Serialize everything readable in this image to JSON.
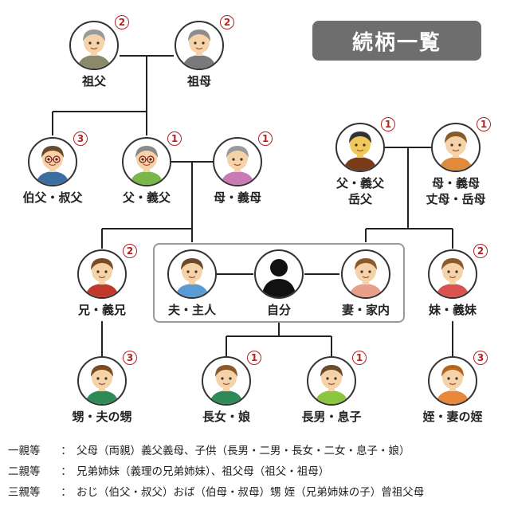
{
  "title": "続柄一覧",
  "people": [
    {
      "id": "grandfather",
      "label_lines": [
        "祖父"
      ],
      "degree": "2",
      "hair": "#9a9a9a",
      "skin": "#f5d2a8",
      "shirt": "#8a8a6a",
      "glasses": false
    },
    {
      "id": "grandmother",
      "label_lines": [
        "祖母"
      ],
      "degree": "2",
      "hair": "#8d8d8d",
      "skin": "#f5d2a8",
      "shirt": "#7a7a7a",
      "glasses": false
    },
    {
      "id": "uncle",
      "label_lines": [
        "伯父・叔父"
      ],
      "degree": "3",
      "hair": "#6b4a2b",
      "skin": "#f5d2a8",
      "shirt": "#3c6fa0",
      "glasses": true
    },
    {
      "id": "father",
      "label_lines": [
        "父・義父"
      ],
      "degree": "1",
      "hair": "#8a8a8a",
      "skin": "#f5d2a8",
      "shirt": "#7ab648",
      "glasses": true
    },
    {
      "id": "mother",
      "label_lines": [
        "母・義母"
      ],
      "degree": "1",
      "hair": "#9a9a9a",
      "skin": "#f5d2a8",
      "shirt": "#c87bb5",
      "glasses": false
    },
    {
      "id": "father_in_law",
      "label_lines": [
        "父・義父",
        "岳父"
      ],
      "degree": "1",
      "hair": "#333333",
      "skin": "#f2c85b",
      "shirt": "#7a3b1a",
      "glasses": false
    },
    {
      "id": "mother_in_law",
      "label_lines": [
        "母・義母",
        "丈母・岳母"
      ],
      "degree": "1",
      "hair": "#8b5a2b",
      "skin": "#f5d2a8",
      "shirt": "#e08a3c",
      "glasses": false
    },
    {
      "id": "brother",
      "label_lines": [
        "兄・義兄"
      ],
      "degree": "2",
      "hair": "#7a4a23",
      "skin": "#f5d2a8",
      "shirt": "#c0392b",
      "glasses": false
    },
    {
      "id": "husband",
      "label_lines": [
        "夫・主人"
      ],
      "degree": "",
      "hair": "#6b4a2b",
      "skin": "#f5d2a8",
      "shirt": "#5b9bd5",
      "glasses": false
    },
    {
      "id": "self",
      "label_lines": [
        "自分"
      ],
      "degree": "",
      "hair": "#111111",
      "skin": "#111111",
      "shirt": "#111111",
      "glasses": false
    },
    {
      "id": "wife",
      "label_lines": [
        "妻・家内"
      ],
      "degree": "",
      "hair": "#8b5a2b",
      "skin": "#f5d2a8",
      "shirt": "#e8a08a",
      "glasses": false
    },
    {
      "id": "sister",
      "label_lines": [
        "妹・義妹"
      ],
      "degree": "2",
      "hair": "#8b5a2b",
      "skin": "#f5d2a8",
      "shirt": "#d9534f",
      "glasses": false
    },
    {
      "id": "nephew",
      "label_lines": [
        "甥・夫の甥"
      ],
      "degree": "3",
      "hair": "#7a4a23",
      "skin": "#f5d2a8",
      "shirt": "#2e8b57",
      "glasses": false
    },
    {
      "id": "daughter",
      "label_lines": [
        "長女・娘"
      ],
      "degree": "1",
      "hair": "#8b5a2b",
      "skin": "#f5d2a8",
      "shirt": "#2e8b57",
      "glasses": false
    },
    {
      "id": "son",
      "label_lines": [
        "長男・息子"
      ],
      "degree": "1",
      "hair": "#6b4a2b",
      "skin": "#f5d2a8",
      "shirt": "#8cc63f",
      "glasses": false
    },
    {
      "id": "niece",
      "label_lines": [
        "姪・妻の姪"
      ],
      "degree": "3",
      "hair": "#b5651d",
      "skin": "#f5d2a8",
      "shirt": "#e8883a",
      "glasses": false
    }
  ],
  "legend": [
    {
      "term": "一親等",
      "colon": "：",
      "definition": "父母（両親）義父義母、子供（長男・二男・長女・二女・息子・娘）"
    },
    {
      "term": "二親等",
      "colon": "：",
      "definition": "兄弟姉妹（義理の兄弟姉妹）、祖父母（祖父・祖母）"
    },
    {
      "term": "三親等",
      "colon": "：",
      "definition": "おじ（伯父・叔父）おば（伯母・叔母）甥 姪（兄弟姉妹の子）曾祖父母"
    }
  ],
  "colors": {
    "degree_badge": "#b22222",
    "line": "#222222",
    "title_bg": "#6e6e6e",
    "group_border": "#9a9a9a"
  }
}
